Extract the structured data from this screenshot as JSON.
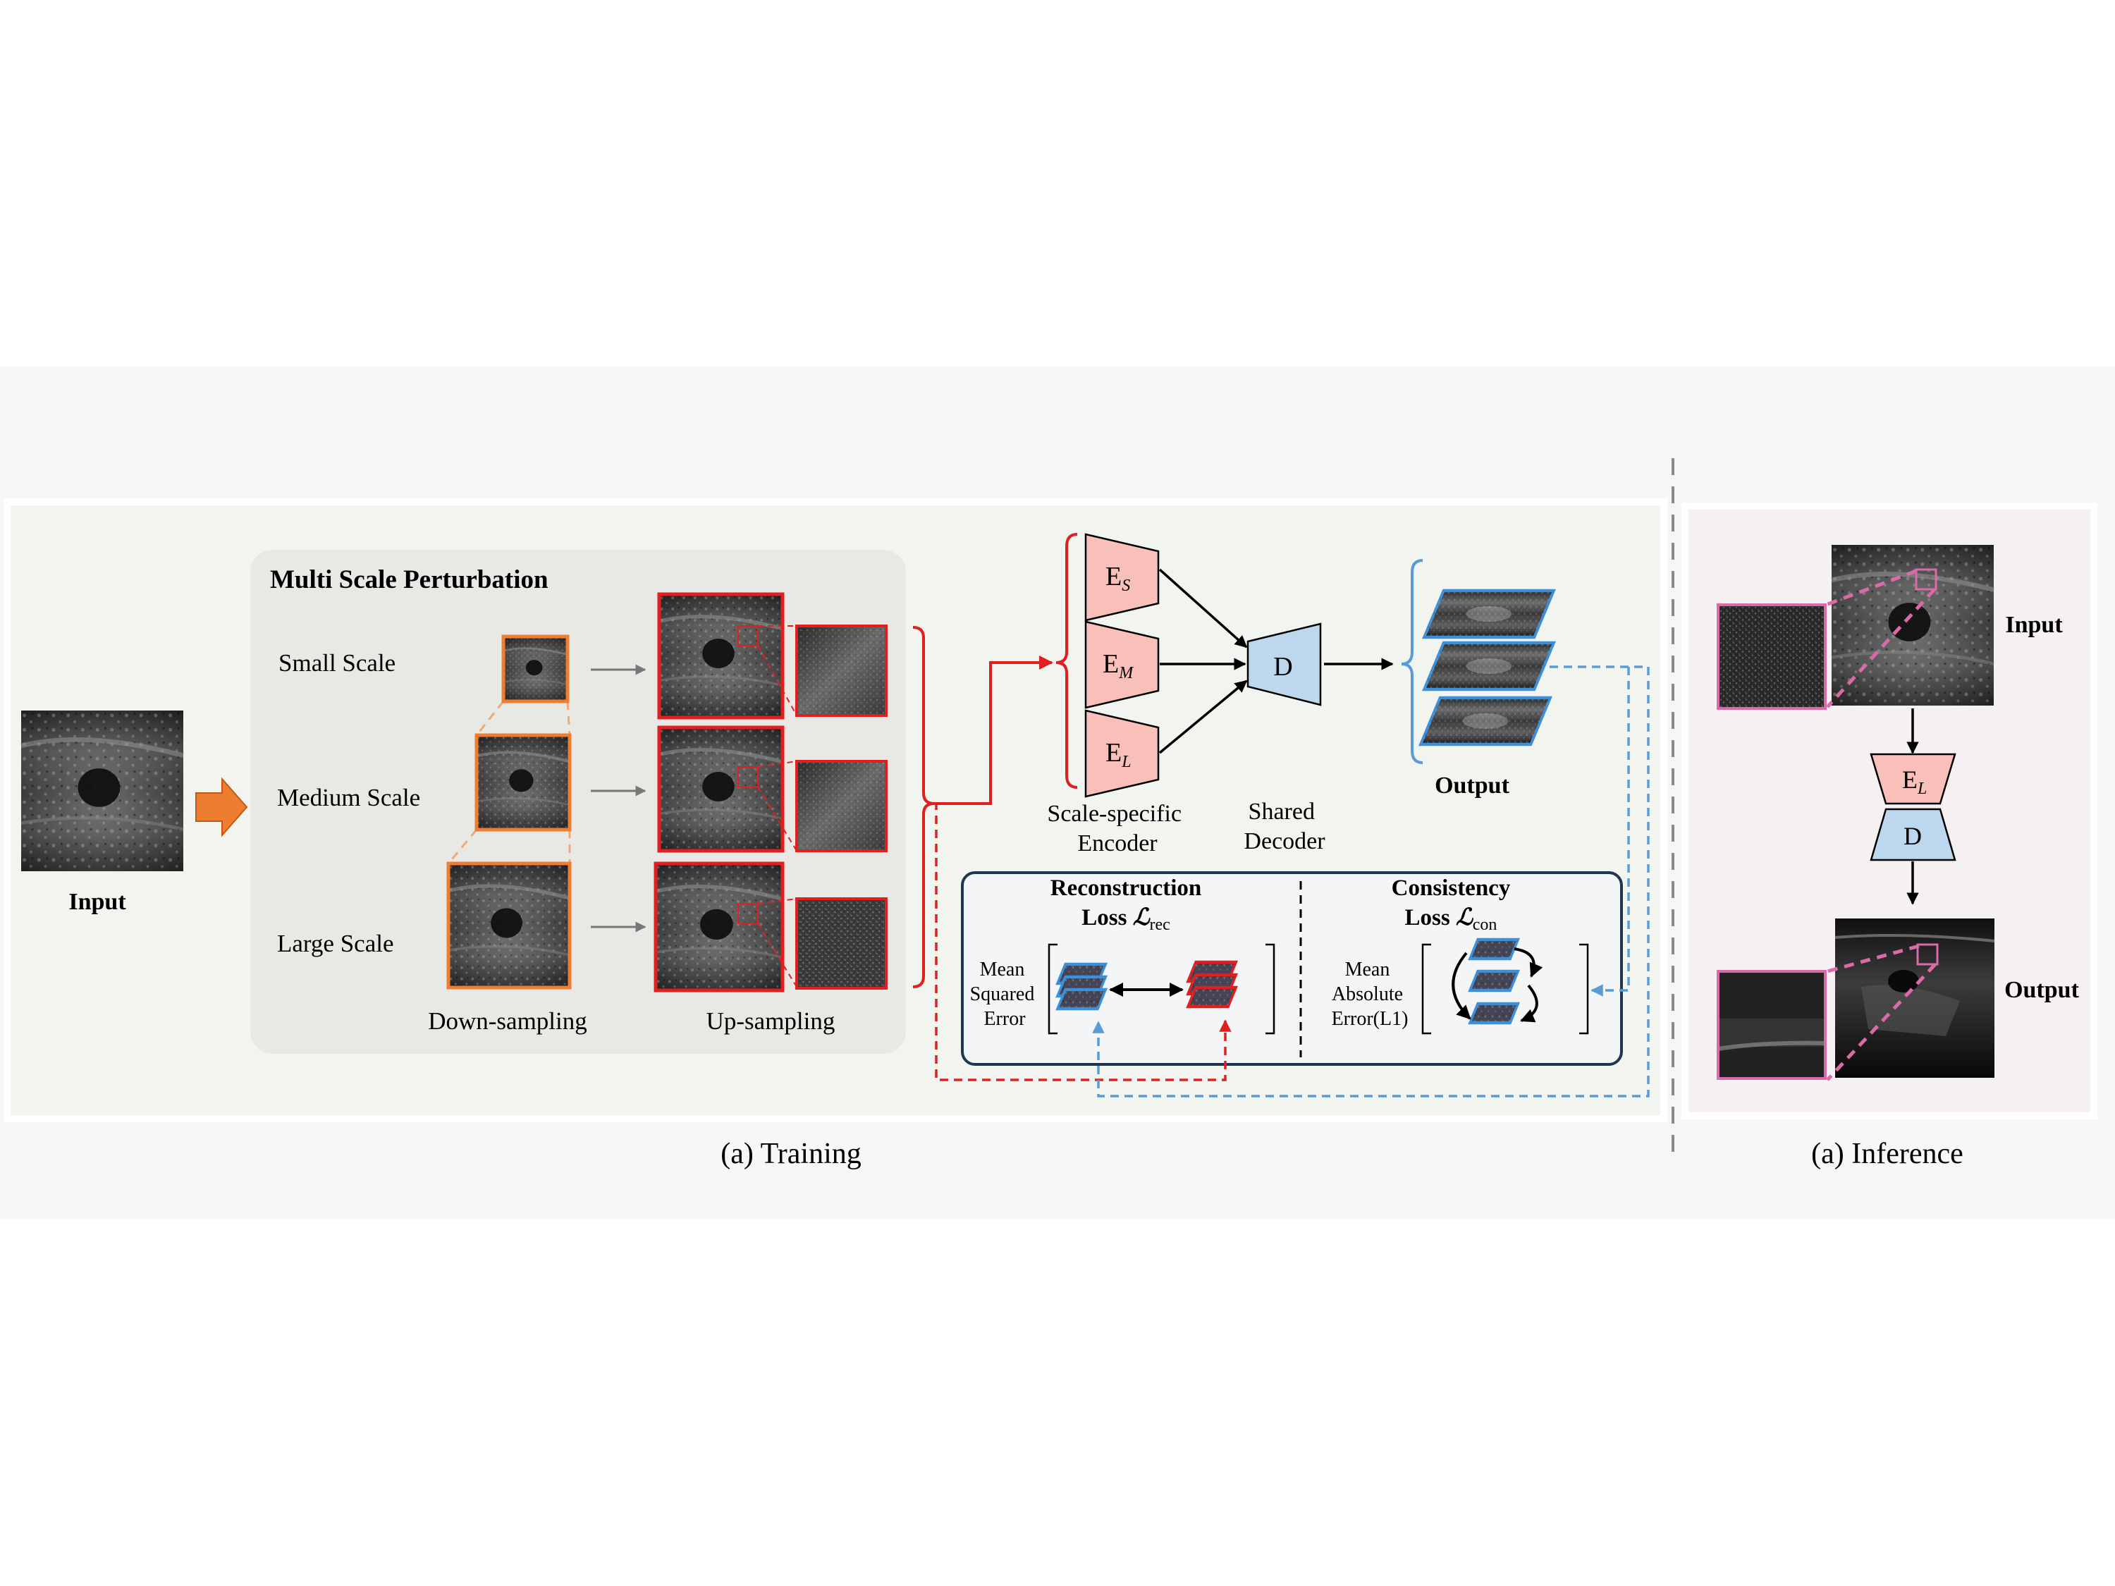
{
  "training": {
    "input_label": "Input",
    "msp_title": "Multi Scale Perturbation",
    "scales": {
      "small": "Small Scale",
      "medium": "Medium Scale",
      "large": "Large Scale"
    },
    "down_label": "Down-sampling",
    "up_label": "Up-sampling",
    "encoders": {
      "s_main": "E",
      "s_sub": "S",
      "m_main": "E",
      "m_sub": "M",
      "l_main": "E",
      "l_sub": "L"
    },
    "encoder_label": [
      "Scale-specific",
      "Encoder"
    ],
    "decoder": "D",
    "decoder_label": [
      "Shared",
      "Decoder"
    ],
    "output_label": "Output",
    "recon": {
      "title": "Reconstruction",
      "loss_prefix": "Loss ",
      "loss_symbol": "ℒ",
      "loss_sub": "rec",
      "metric": [
        "Mean",
        "Squared",
        "Error"
      ]
    },
    "consist": {
      "title": "Consistency",
      "loss_prefix": "Loss ",
      "loss_symbol": "ℒ",
      "loss_sub": "con",
      "metric": [
        "Mean",
        "Absolute",
        "Error(L1)"
      ]
    },
    "caption": "(a) Training"
  },
  "inference": {
    "input_label": "Input",
    "encoder_main": "E",
    "encoder_sub": "L",
    "decoder": "D",
    "output_label": "Output",
    "caption": "(a) Inference"
  },
  "colors": {
    "orange": "#ED7D31",
    "red": "#E02020",
    "blue": "#5B9BD5",
    "encoder_fill": "#F8C0B8",
    "decoder_fill": "#BDD7EE",
    "pink": "#D96BA8",
    "training_bg": "#F3F6F0",
    "inference_bg": "#F5F0F2"
  }
}
